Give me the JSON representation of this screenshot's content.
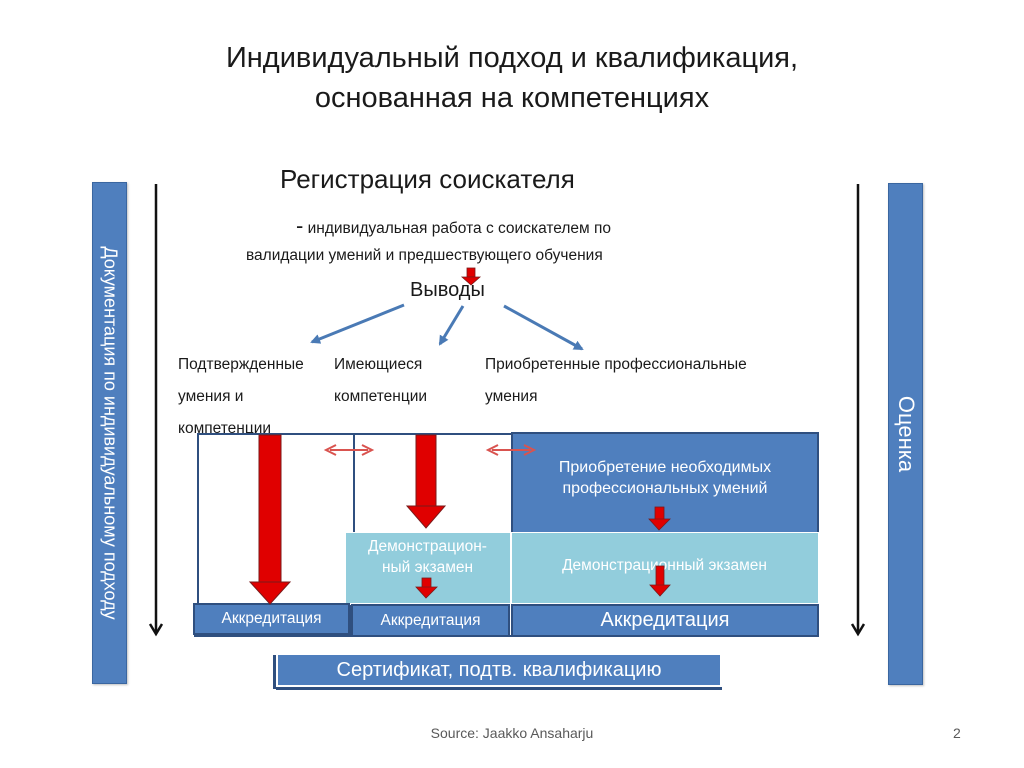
{
  "title": {
    "line1": "Индивидуальный подход и квалификация,",
    "line2": "основанная на компетенциях"
  },
  "registration": {
    "heading": "Регистрация соискателя",
    "dash": "-",
    "desc_line1": "индивидуальная работа с соискателем по",
    "desc_line2": "валидации умений и предшествующего обучения",
    "outputs": "Выводы"
  },
  "categories": {
    "confirmed": [
      "Подтвержденные",
      "умения и",
      "компетенции"
    ],
    "existing": [
      "Имеющиеся",
      "компетенции"
    ],
    "acquired": [
      "Приобретенные профессиональные",
      "умения"
    ]
  },
  "side_bars": {
    "left": "Документация по индивидуальному подходу",
    "right": "Оценка"
  },
  "boxes": {
    "acquire": [
      "Приобретение необходимых",
      "профессиональных умений"
    ],
    "demo_exam_mid": [
      "Демонстрацион-",
      "ный экзамен"
    ],
    "demo_exam_right": "Демонстрационный экзамен",
    "accreditation_left": "Аккредитация",
    "accreditation_mid": "Аккредитация",
    "accreditation_right": "Аккредитация",
    "certificate": "Сертификат, подтв. квалификацию"
  },
  "footer": {
    "source": "Source: Jaakko Ansaharju",
    "page": "2"
  },
  "colors": {
    "box_blue": "#4f7fbe",
    "box_light": "#92cddc",
    "arrow_red": "#e00000",
    "arrow_pink": "#d9534f"
  }
}
